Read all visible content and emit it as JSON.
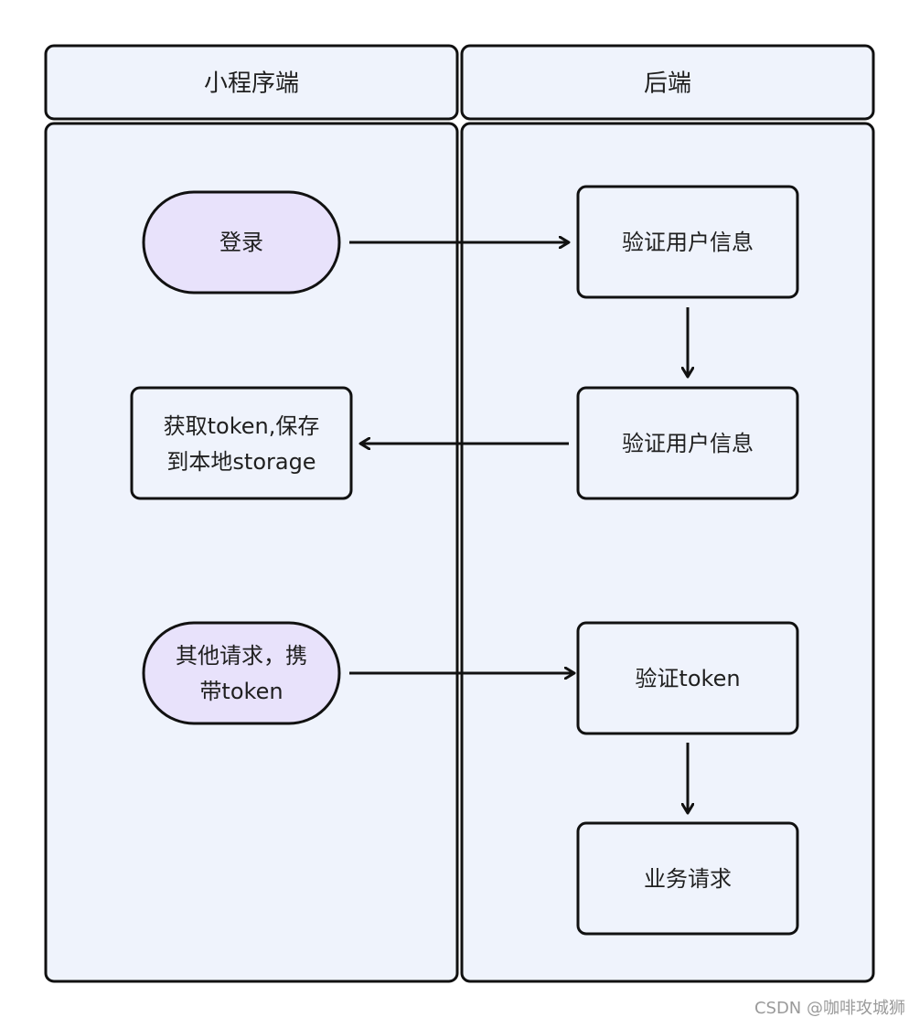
{
  "lanes": {
    "left_title": "小程序端",
    "right_title": "后端"
  },
  "nodes": {
    "login": "登录",
    "verify_user_1": "验证用户信息",
    "verify_user_2": "验证用户信息",
    "save_token_line1": "获取token,保存",
    "save_token_line2": "到本地storage",
    "other_req_line1": "其他请求，携",
    "other_req_line2": "带token",
    "verify_token": "验证token",
    "business_req": "业务请求"
  },
  "watermark": "CSDN @咖啡攻城狮",
  "colors": {
    "lane_fill": "#eff3fc",
    "terminal_fill": "#e8e2fb",
    "stroke": "#111111"
  }
}
